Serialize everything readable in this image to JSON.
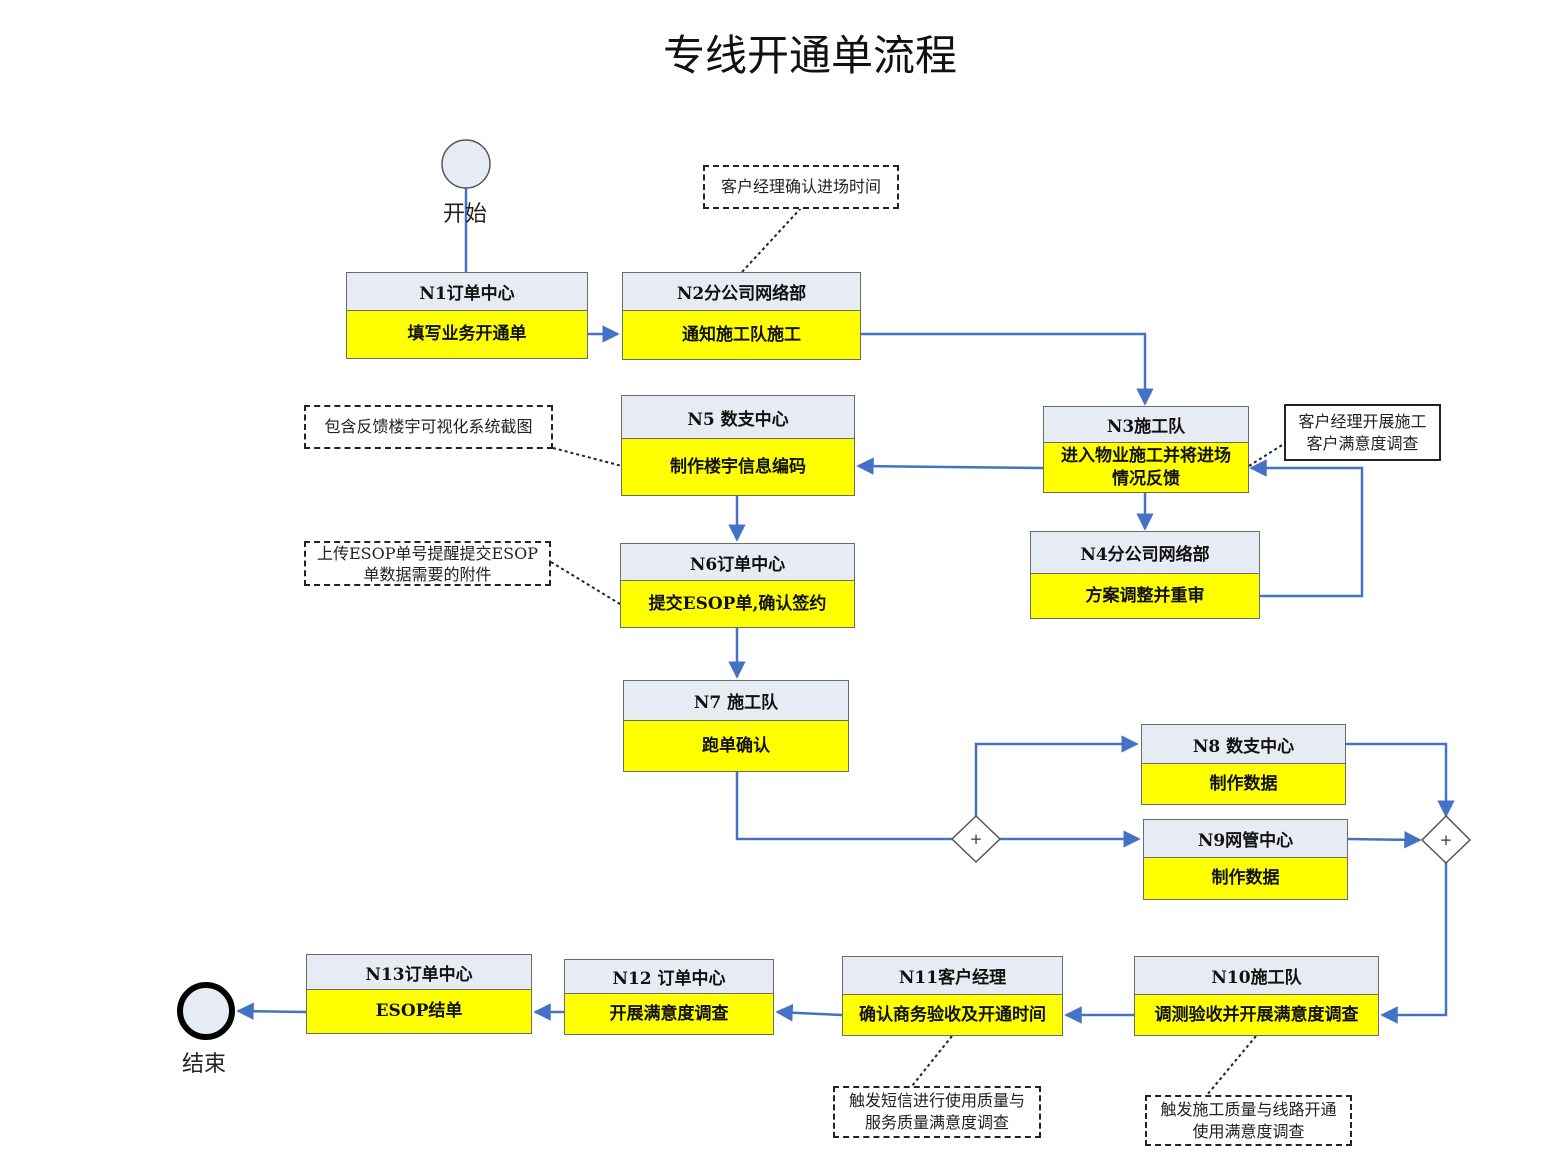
{
  "title": "专线开通单流程",
  "start_label": "开始",
  "end_label": "结束",
  "nodes": {
    "n1": {
      "header": "N1订单中心",
      "body": "填写业务开通单"
    },
    "n2": {
      "header": "N2分公司网络部",
      "body": "通知施工队施工"
    },
    "n3": {
      "header": "N3施工队",
      "body_line1": "进入物业施工并将进场",
      "body_line2": "情况反馈"
    },
    "n4": {
      "header": "N4分公司网络部",
      "body": "方案调整并重审"
    },
    "n5": {
      "header": "N5 数支中心",
      "body": "制作楼宇信息编码"
    },
    "n6": {
      "header": "N6订单中心",
      "body": "提交ESOP单,确认签约"
    },
    "n7": {
      "header": "N7 施工队",
      "body": "跑单确认"
    },
    "n8": {
      "header": "N8 数支中心",
      "body": "制作数据"
    },
    "n9": {
      "header": "N9网管中心",
      "body": "制作数据"
    },
    "n10": {
      "header": "N10施工队",
      "body": "调测验收并开展满意度调查"
    },
    "n11": {
      "header": "N11客户经理",
      "body": "确认商务验收及开通时间"
    },
    "n12": {
      "header": "N12 订单中心",
      "body": "开展满意度调查"
    },
    "n13": {
      "header": "N13订单中心",
      "body": "ESOP结单"
    }
  },
  "notes": {
    "n2_note": "客户经理确认进场时间",
    "n3_note_line1": "客户经理开展施工",
    "n3_note_line2": "客户满意度调查",
    "n5_note": "包含反馈楼宇可视化系统截图",
    "n6_note_line1": "上传ESOP单号提醒提交ESOP",
    "n6_note_line2": "单数据需要的附件",
    "n11_note_line1": "触发短信进行使用质量与",
    "n11_note_line2": "服务质量满意度调查",
    "n10_note_line1": "触发施工质量与线路开通",
    "n10_note_line2": "使用满意度调查"
  },
  "gateways": {
    "split_symbol": "+",
    "join_symbol": "+"
  },
  "colors": {
    "header_fill": "#e7ebf3",
    "body_fill": "#ffff00",
    "connector": "#4472c4",
    "start_fill": "#e7ebf3"
  }
}
